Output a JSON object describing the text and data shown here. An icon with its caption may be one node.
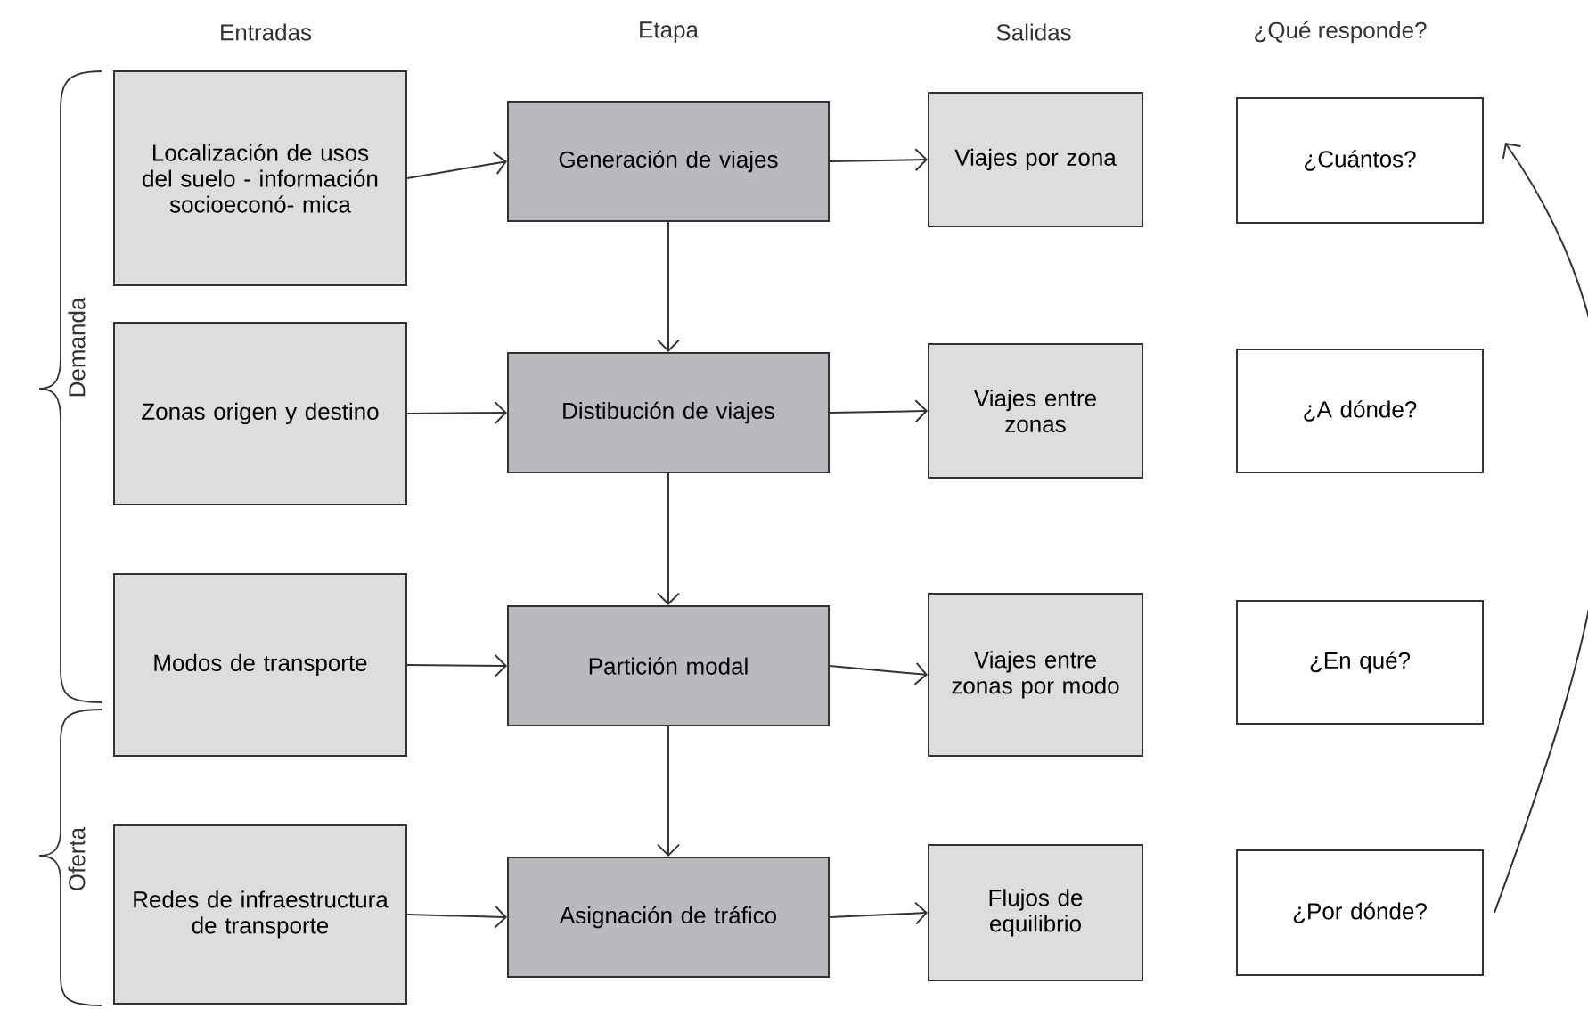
{
  "diagram": {
    "nodes": [
      {
        "text": [
          "Localización de usos del suelo - información socioeconó- mica"
        ]
      },
      {
        "text": [
          "Zonas origen y destino"
        ]
      },
      {
        "text": [
          "Modos de transporte"
        ]
      },
      {
        "text": [
          "Redes de infraestructura de transporte"
        ]
      },
      {
        "text": [
          "Generación de viajes"
        ]
      },
      {
        "text": [
          "Distibución de viajes"
        ]
      },
      {
        "text": [
          "Partición modal"
        ]
      },
      {
        "text": [
          "Asignación de tráfico"
        ]
      },
      {
        "text": [
          "Viajes por zona"
        ]
      },
      {
        "text": [
          "Viajes entre zonas"
        ]
      },
      {
        "text": [
          "Viajes entre zonas por modo"
        ]
      },
      {
        "text": [
          "Flujos de equilibrio"
        ]
      },
      {
        "text": [
          "¿Cuántos?"
        ]
      },
      {
        "text": [
          "¿A dónde?"
        ]
      },
      {
        "text": [
          "¿En qué?"
        ]
      },
      {
        "text": [
          "¿Por dónde?"
        ]
      }
    ],
    "edges": [
      {
        "from": 0,
        "to": 4,
        "arrow": "to"
      },
      {
        "from": 1,
        "to": 5,
        "arrow": "to"
      },
      {
        "from": 2,
        "to": 6,
        "arrow": "to"
      },
      {
        "from": 3,
        "to": 7,
        "arrow": "to"
      },
      {
        "from": 4,
        "to": 8,
        "arrow": "to"
      },
      {
        "from": 5,
        "to": 9,
        "arrow": "to"
      },
      {
        "from": 6,
        "to": 10,
        "arrow": "to"
      },
      {
        "from": 7,
        "to": 11,
        "arrow": "to"
      },
      {
        "from": 4,
        "to": 5,
        "arrow": "to"
      },
      {
        "from": 5,
        "to": 6,
        "arrow": "to"
      },
      {
        "from": 6,
        "to": 7,
        "arrow": "to"
      },
      {
        "from": 15,
        "to": 12,
        "arrow": "to"
      }
    ],
    "labels": [
      "Entradas",
      "Etapa",
      "Salidas",
      "¿Qué responde?",
      "Demanda",
      "Oferta"
    ]
  }
}
